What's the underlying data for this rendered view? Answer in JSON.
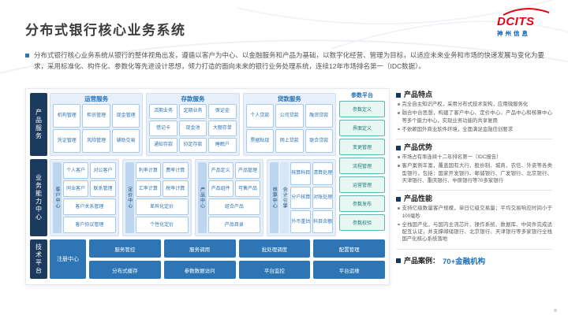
{
  "colors": {
    "accent_blue": "#2e75b6",
    "navy": "#17365d",
    "brand_red": "#e60012",
    "teal": "#1d7d76"
  },
  "logo": {
    "brand": "DCITS",
    "company": "神州信息"
  },
  "title": "分布式银行核心业务系统",
  "intro": "分布式银行核心业务系统从银行的整体视角出发，遵循以客户为中心、以金融服务和产品为基础，以数字化经营、管理为目标，以适应未来业务和市场的快速发展与变化为要求，采用标准化、构件化、参数化等先进设计思想，倾力打造的面向未来的银行业务处理系统，连续12年市场排名第一（IDC数据）。",
  "diagram": {
    "row_labels": [
      "产品服务",
      "业务能力中心",
      "技术平台"
    ],
    "product_row": {
      "groups": [
        {
          "title": "运营服务",
          "cols": 3,
          "items": [
            "机构管理",
            "柜员管理",
            "现金管理",
            "凭证管理",
            "风险管理",
            "辅助交易"
          ]
        },
        {
          "title": "存款服务",
          "cols": 3,
          "items": [
            "活期业务",
            "定期业务",
            "保证金",
            "借记卡",
            "现金池",
            "大额存单",
            "通知存款",
            "协定存款",
            "睡眠户"
          ]
        },
        {
          "title": "贷款服务",
          "cols": 3,
          "items": [
            "个人贷款",
            "公司贷款",
            "融资贷款",
            "票据贴现",
            "网上贷款",
            "联合贷款"
          ]
        }
      ]
    },
    "capability_row": {
      "groups": [
        {
          "label": "客户中心",
          "rows": [
            [
              "个人客户",
              "对公客户"
            ],
            [
              "同业客户",
              "联系管理"
            ],
            [
              "客户关系管理"
            ],
            [
              "客户协议管理"
            ]
          ]
        },
        {
          "label": "定价中心",
          "rows": [
            [
              "利率计算",
              "费率计算"
            ],
            [
              "汇率计算",
              "税率计算"
            ],
            [
              "差异化定价"
            ],
            [
              "个性化定价"
            ]
          ]
        },
        {
          "label": "产品中心",
          "rows": [
            [
              "产品定义",
              "产品管理"
            ],
            [
              "产品组件",
              "可售产品"
            ],
            [
              "组合产品"
            ],
            [
              "产品目录"
            ]
          ]
        },
        {
          "label": "核算中心",
          "engine": "会计引擎",
          "rows": [
            [
              "核算科目",
              "清算处理"
            ],
            [
              "分户核算",
              "对账处理"
            ],
            [
              "外币重估",
              "科目余额"
            ]
          ]
        }
      ]
    },
    "param_column": {
      "title": "参数平台",
      "items": [
        "参数定义",
        "界面定义",
        "变更管理",
        "流程管理",
        "运营管理",
        "参数发布",
        "参数校验"
      ]
    },
    "tech_row": {
      "register": "注册中心",
      "items": [
        "服务管控",
        "服务调用",
        "批处理调度",
        "配置管理",
        "分布式缓存",
        "参数数据访问",
        "平台监控",
        "平台运维"
      ]
    }
  },
  "panel": {
    "sections": [
      {
        "title": "产品特点",
        "bullets": [
          "完全自主知识产权，采用分布式技术架构，应用微服务化",
          "融合中台思想，构建了客户中心、定价中心、产品中心和核算中心等多个能力中心，实现业务功能的共享复用",
          "不依赖国外商业软件环境，全面满足金融信创要求"
        ]
      },
      {
        "title": "产品优势",
        "bullets": [
          "市场占有率连续十二年排名第一（IDC报告）",
          "客户案例丰富，覆盖国有大行、股份制、城商、农信、外资等各类型银行，包括：国家开发银行、邮储银行、广发银行、北京银行、天津银行、重庆银行、中原银行等70多家银行"
        ]
      },
      {
        "title": "产品性能",
        "bullets": [
          "支持亿级数量客户规模，单日亿级交易量；平均交易响应时间小于100毫秒",
          "全栈国产化，与国内主流芯片、操作系统、数据库、中间件完成适配互认证，并支撑邮储银行、北京银行、天津银行等多家银行全栈国产化核心系统落地"
        ]
      }
    ],
    "case": {
      "label": "产品案例：",
      "value": "70+金融机构"
    }
  }
}
